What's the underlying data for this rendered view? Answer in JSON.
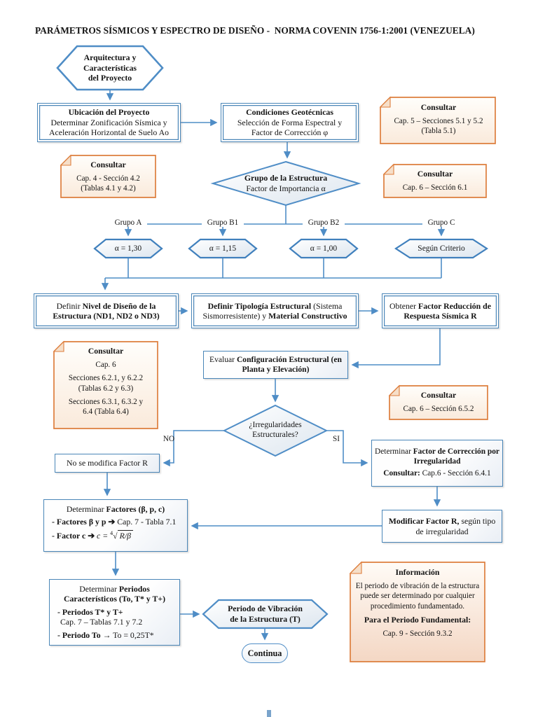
{
  "title": "PARÁMETROS SÍSMICOS Y ESPECTRO DE DISEÑO -  NORMA COVENIN 1756-1:2001 (VENEZUELA)",
  "colors": {
    "line_blue": "#4f8dc6",
    "box_border": "#4a86b8",
    "note_border": "#dd7e3d"
  },
  "start": {
    "line1": "Arquitectura y",
    "line2": "Características",
    "line3": "del Proyecto"
  },
  "ubicacion": {
    "title": "Ubicación del Proyecto",
    "line1": "Determinar Zonificación Sísmica y",
    "line2": "Aceleración Horizontal de Suelo Ao"
  },
  "condiciones": {
    "title": "Condiciones Geotécnicas",
    "line1": "Selección de Forma Espectral y",
    "line2": "Factor de Corrección φ"
  },
  "grupo_diamond": {
    "title": "Grupo de la Estructura",
    "subtitle": "Factor de Importancia α"
  },
  "branches": {
    "labels": [
      "Grupo A",
      "Grupo B1",
      "Grupo B2",
      "Grupo C"
    ],
    "values": [
      "α = 1,30",
      "α = 1,15",
      "α = 1,00",
      "Según Criterio"
    ]
  },
  "definir_nivel": {
    "prefix": "Definir ",
    "bold": "Nivel de Diseño de la Estructura (ND1, ND2 o ND3)"
  },
  "definir_tipologia": {
    "bold1": "Definir Tipología Estructural",
    "normal1": " (Sistema Sismorresistente) y ",
    "bold2": "Material Constructivo"
  },
  "obtener_factor": {
    "prefix": "Obtener ",
    "bold": "Factor Reducción de Respuesta Sísmica R"
  },
  "evaluar": {
    "prefix": "Evaluar ",
    "bold": "Configuración Estructural (en Planta y Elevación)"
  },
  "irregularidades": {
    "line1": "¿Irregularidades",
    "line2": "Estructurales?",
    "no": "NO",
    "si": "SI"
  },
  "no_modifica": {
    "text": "No se modifica Factor R"
  },
  "det_correccion": {
    "prefix": "Determinar ",
    "bold": "Factor de Corrección por Irregularidad",
    "consultar_bold": "Consultar:",
    "consultar_rest": " Cap.6 - Sección 6.4.1"
  },
  "det_factores": {
    "prefix": "Determinar ",
    "bold": "Factores (β, p, c)",
    "f1_bold": "- Factores β y p ",
    "f1_arrow": "➔",
    "f1_rest": " Cap. 7 - Tabla 7.1",
    "f2_bold": "- Factor c ",
    "f2_arrow": "➔",
    "f2_pre": " c = ",
    "f2_sup": "4",
    "f2_radicand": "R/β"
  },
  "modificar": {
    "bold": "Modificar Factor R,",
    "rest": " según tipo de irregularidad"
  },
  "det_periodos": {
    "prefix": "Determinar ",
    "bold": "Periodos Característicos (To, T* y T+)",
    "p1_bold": "- Periodos T* y T+",
    "p1_rest": "Cap. 7 – Tablas 7.1 y 7.2",
    "p2_bold": "- Periodo To ",
    "p2_arrow": "→",
    "p2_rest": " To = 0,25T*"
  },
  "periodo_hex": {
    "line1": "Periodo de Vibración",
    "line2": "de la Estructura (T)"
  },
  "continua": {
    "label": "Continua"
  },
  "notes": {
    "cap5": {
      "title": "Consultar",
      "line1": "Cap. 5 – Secciones 5.1 y 5.2",
      "line2": "(Tabla 5.1)"
    },
    "cap4": {
      "title": "Consultar",
      "line1": "Cap. 4 - Sección 4.2",
      "line2": "(Tablas 4.1 y 4.2)"
    },
    "cap6_1": {
      "title": "Consultar",
      "line1": "Cap. 6 – Sección 6.1"
    },
    "cap6_big": {
      "title": "Consultar",
      "line1": "Cap. 6",
      "line2": "Secciones 6.2.1, y 6.2.2",
      "line3": "(Tablas 6.2 y 6.3)",
      "line4": "Secciones 6.3.1, 6.3.2 y",
      "line5": "6.4 (Tabla 6.4)"
    },
    "cap6_52": {
      "title": "Consultar",
      "line1": "Cap. 6 – Sección 6.5.2"
    },
    "info": {
      "title": "Información",
      "body": "El periodo de vibración de la estructura puede ser determinado por cualquier procedimiento fundamentado.",
      "bold_line": "Para el Periodo Fundamental:",
      "line": "Cap. 9 - Sección 9.3.2"
    }
  }
}
